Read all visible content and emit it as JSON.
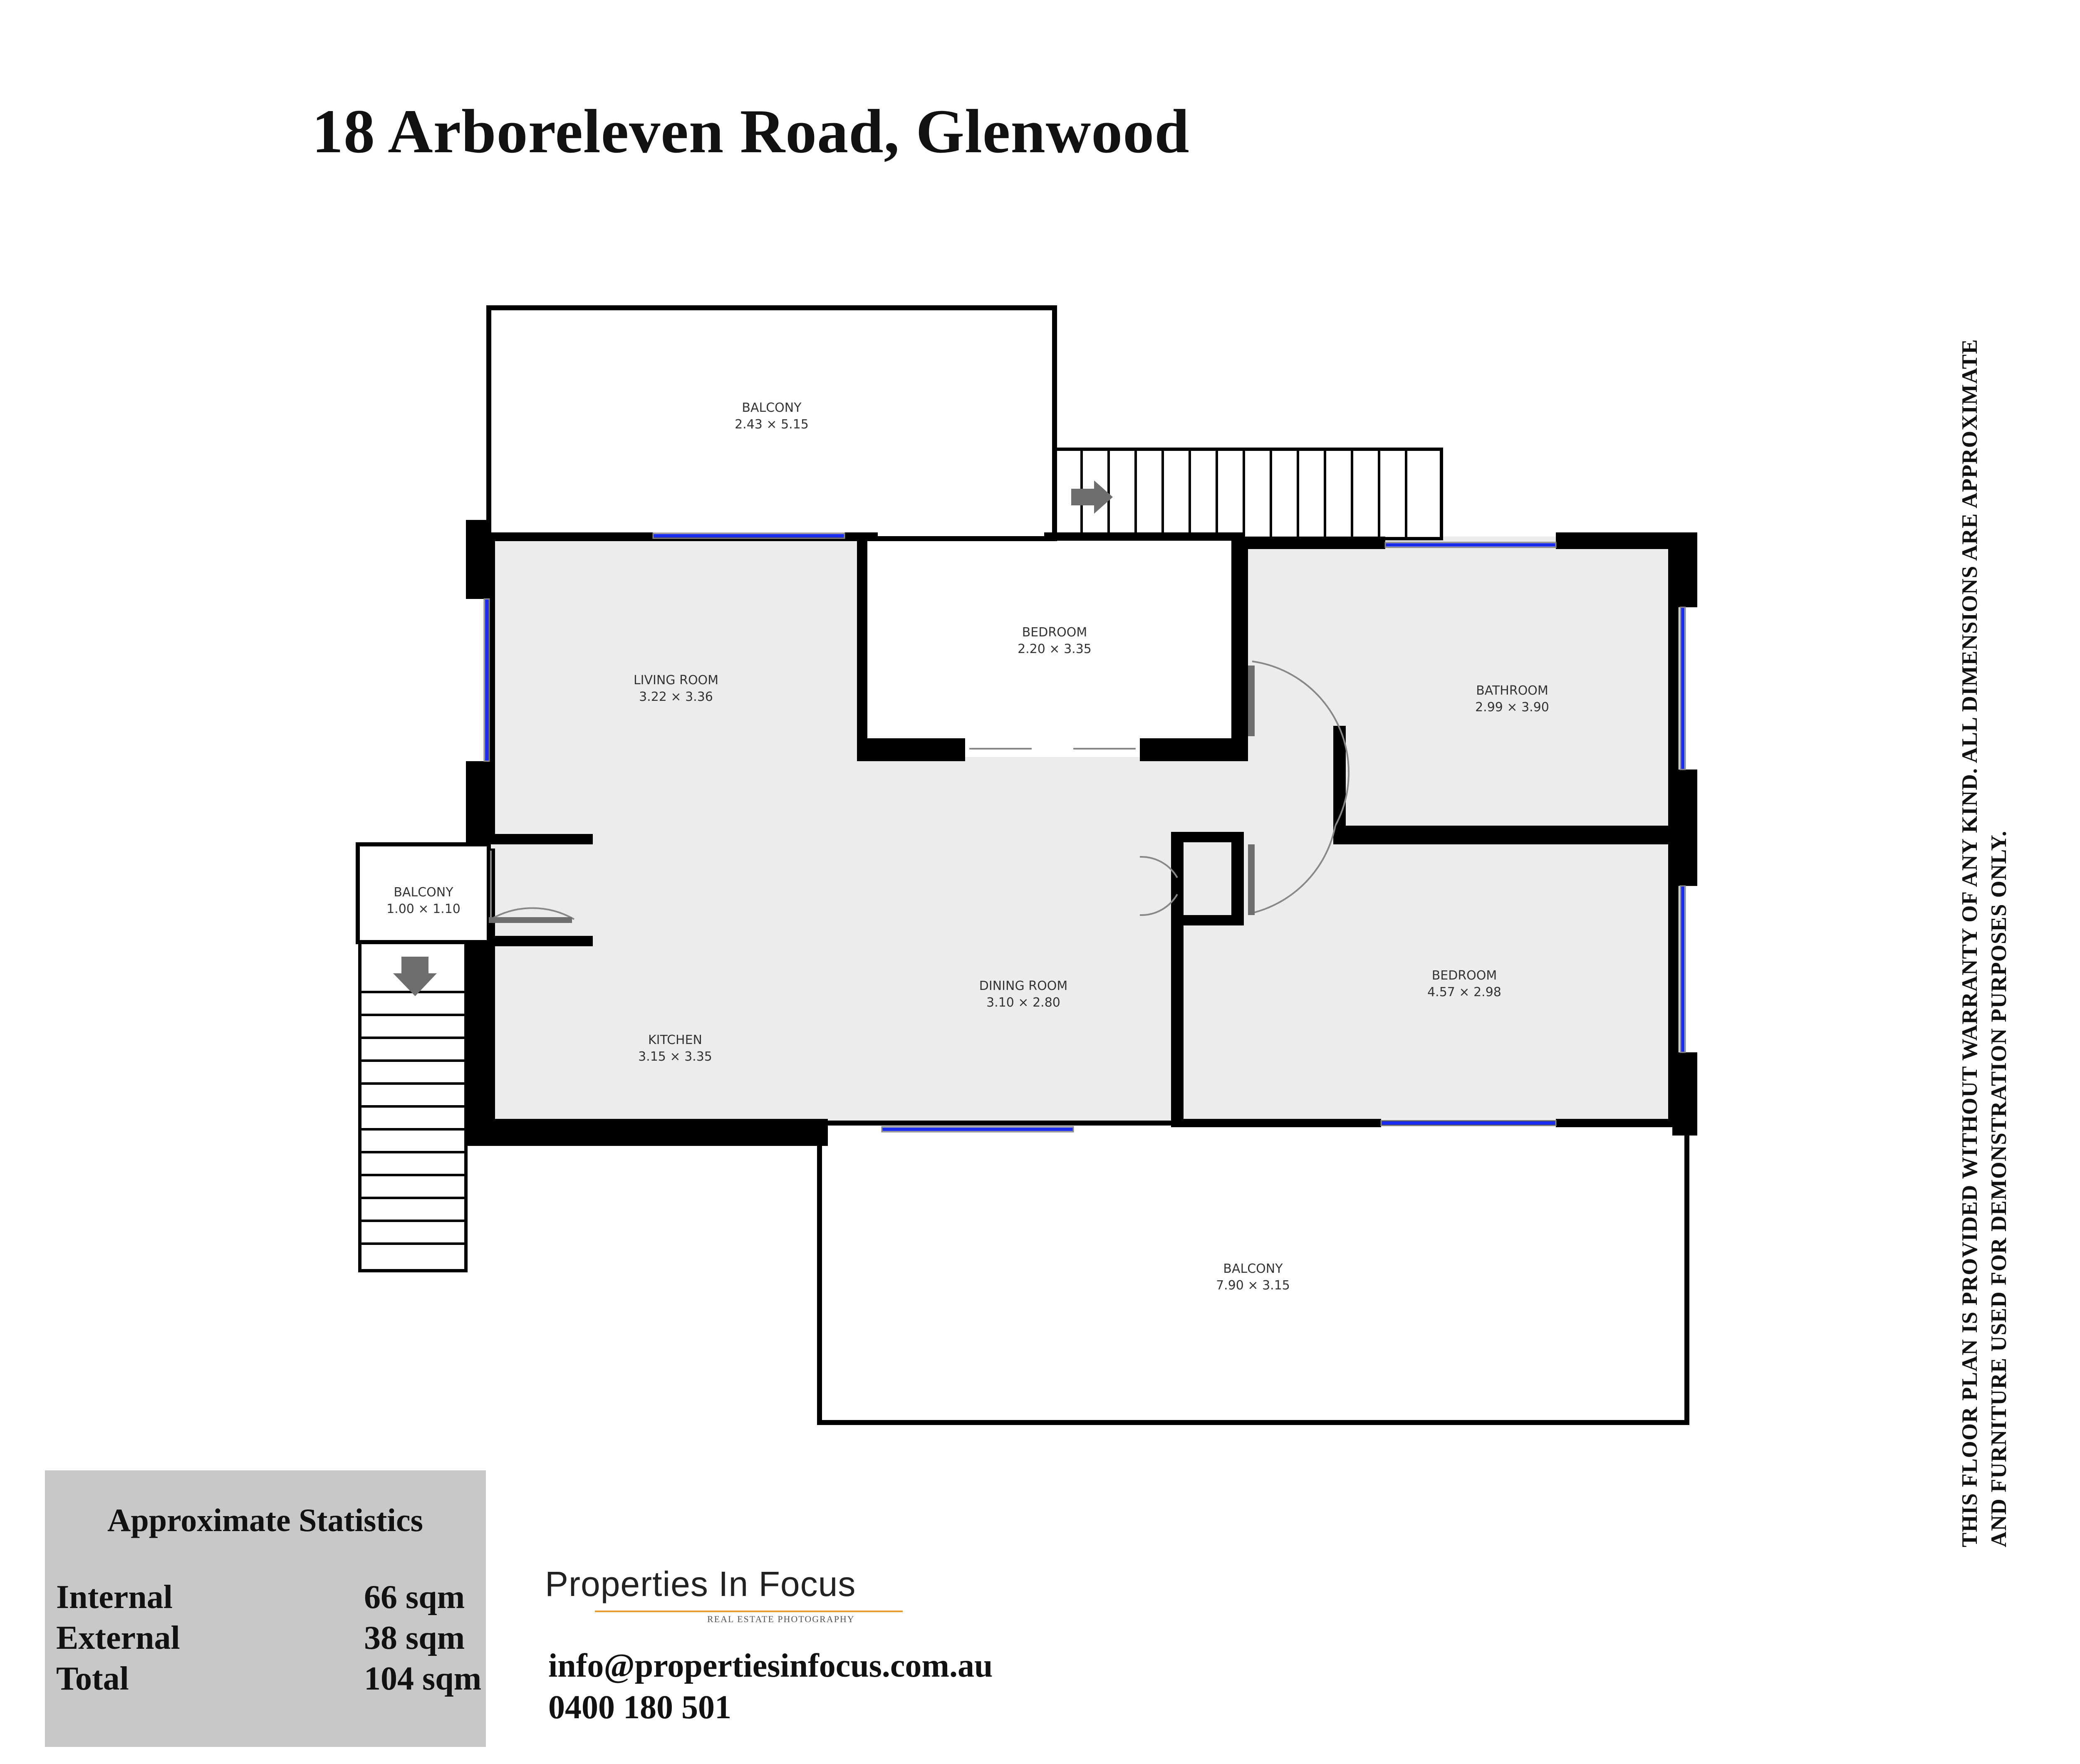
{
  "title": "18 Arboreleven Road, Glenwood",
  "rooms": [
    {
      "name": "BALCONY",
      "dims": "2.43 × 5.15"
    },
    {
      "name": "LIVING ROOM",
      "dims": "3.22 × 3.36"
    },
    {
      "name": "BEDROOM",
      "dims": "2.20 × 3.35"
    },
    {
      "name": "BATHROOM",
      "dims": "2.99 × 3.90"
    },
    {
      "name": "BALCONY",
      "dims": "1.00 × 1.10"
    },
    {
      "name": "DINING ROOM",
      "dims": "3.10 × 2.80"
    },
    {
      "name": "BEDROOM",
      "dims": "4.57 × 2.98"
    },
    {
      "name": "KITCHEN",
      "dims": "3.15 × 3.35"
    },
    {
      "name": "BALCONY",
      "dims": "7.90 × 3.15"
    }
  ],
  "stats": {
    "heading": "Approximate Statistics",
    "rows": [
      {
        "label": "Internal",
        "value": "66 sqm"
      },
      {
        "label": "External",
        "value": "38 sqm"
      },
      {
        "label": "Total",
        "value": "104 sqm"
      }
    ]
  },
  "brand": {
    "name": "Properties In Focus",
    "tagline": "REAL ESTATE PHOTOGRAPHY",
    "accent_color": "#e89a2c"
  },
  "contact": {
    "email": "info@propertiesinfocus.com.au",
    "phone": "0400 180 501"
  },
  "disclaimer": "This floor plan is provided without warranty of any kind. All dimensions are approximate and furniture used for demonstration purposes only.",
  "colors": {
    "floor": "#ececec",
    "wall": "#000000",
    "window": "#1a2cf0",
    "door": "#777777"
  }
}
